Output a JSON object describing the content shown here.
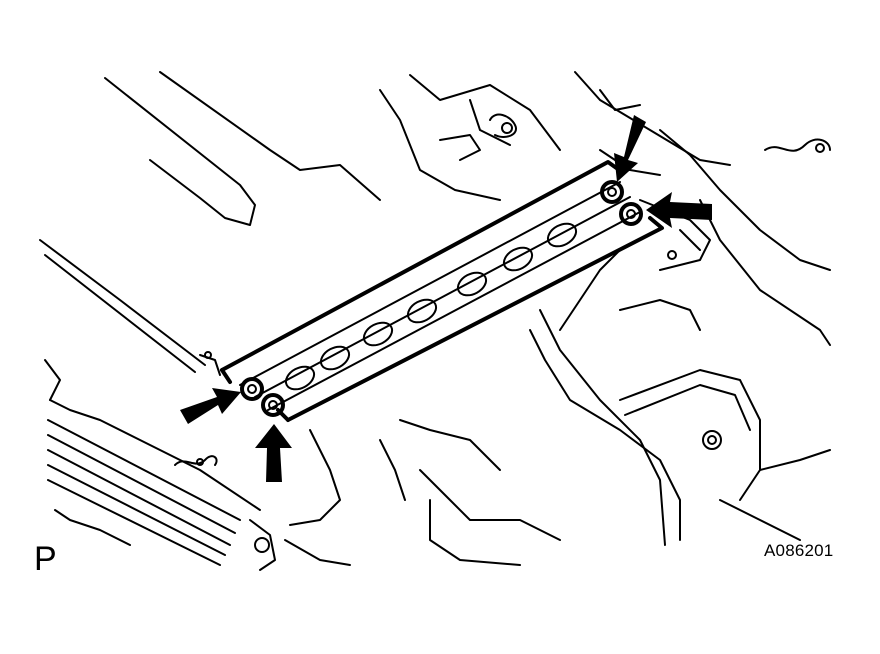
{
  "figure_code": "A086201",
  "position_label": "P",
  "callouts": [
    {
      "name": "upper-bolt-arrow-top",
      "points_to": "bolt"
    },
    {
      "name": "upper-bolt-arrow-right",
      "points_to": "bolt"
    },
    {
      "name": "lower-bolt-arrow-left",
      "points_to": "bolt"
    },
    {
      "name": "lower-bolt-arrow-bottom",
      "points_to": "bolt"
    }
  ]
}
